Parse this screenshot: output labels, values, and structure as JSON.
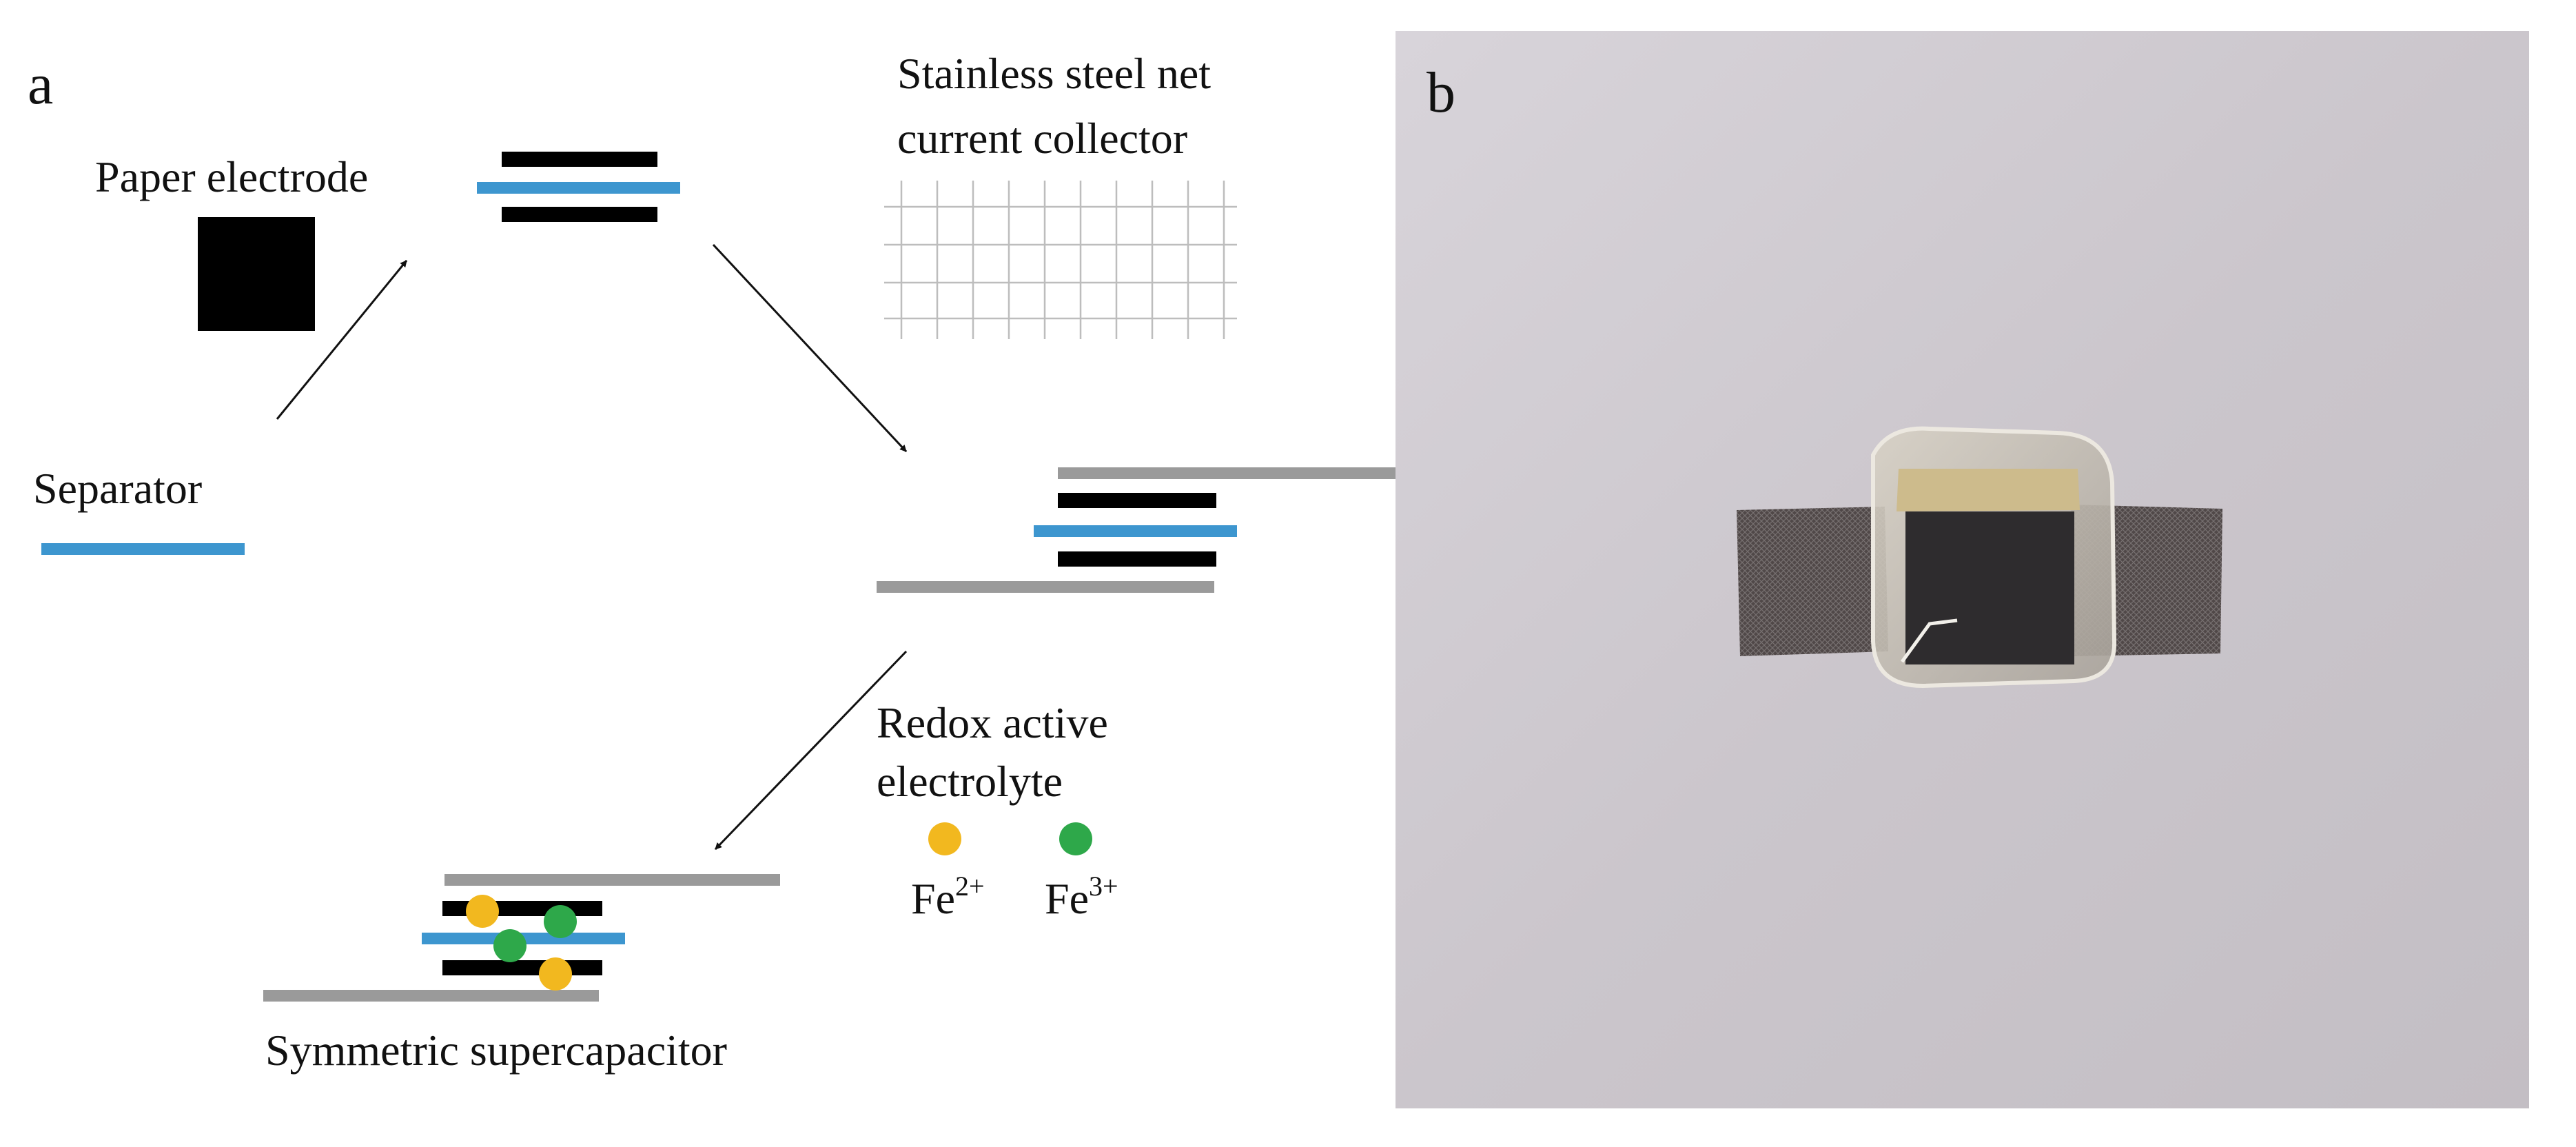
{
  "panel_a": {
    "label": "a",
    "paper_electrode": "Paper electrode",
    "separator": "Separator",
    "current_collector_line1": "Stainless steel net",
    "current_collector_line2": "current collector",
    "redox_line1": "Redox active",
    "redox_line2": "electrolyte",
    "fe2_base": "Fe",
    "fe2_sup": "2+",
    "fe3_base": "Fe",
    "fe3_sup": "3+",
    "symmetric": "Symmetric supercapacitor"
  },
  "panel_b": {
    "label": "b"
  },
  "colors": {
    "separator_blue": "#3d96cf",
    "electrode_black": "#000000",
    "collector_gray": "#9a9a9a",
    "fe2_yellow": "#f2b81f",
    "fe3_green": "#2ea84a",
    "photo_background": "#cfcbd0"
  }
}
